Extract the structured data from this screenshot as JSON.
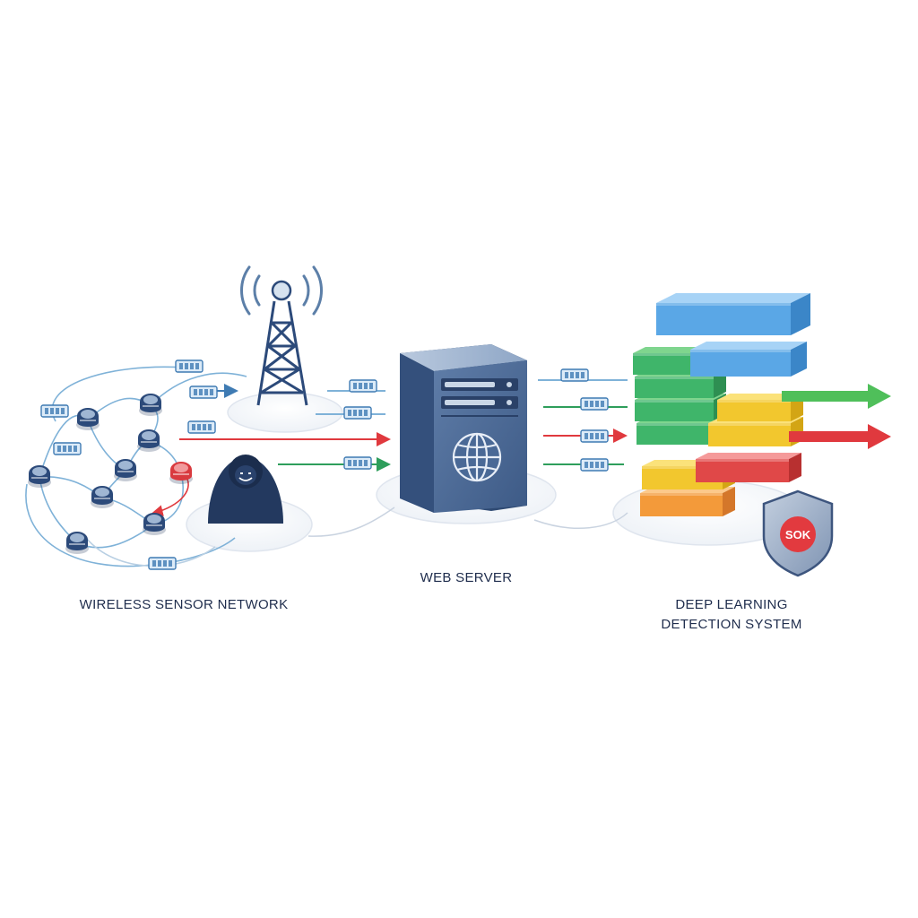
{
  "labels": {
    "wireless_sensor_network": "WIRELESS SENSOR NETWORK",
    "web_server": "WEB SERVER",
    "deep_learning_line1": "DEEP LEARNING",
    "deep_learning_line2": "DETECTION SYSTEM"
  },
  "shield_badge": "SOK",
  "icons": [
    "radio-tower-icon",
    "sensor-node-icon",
    "attacker-icon",
    "server-icon",
    "globe-icon",
    "data-packet-icon",
    "arrow-icon",
    "shield-icon",
    "neural-layer-stack-icon"
  ],
  "colors": {
    "navy": "#2c4a7a",
    "normal_traffic": "#2e9e5b",
    "malicious_traffic": "#e0393e",
    "link_blue": "#7fb2d8",
    "block_green": "#3fb56a",
    "block_yellow": "#f2c72e",
    "block_red": "#e04848",
    "block_orange": "#f39a3a",
    "block_blue": "#5aa7e6"
  }
}
